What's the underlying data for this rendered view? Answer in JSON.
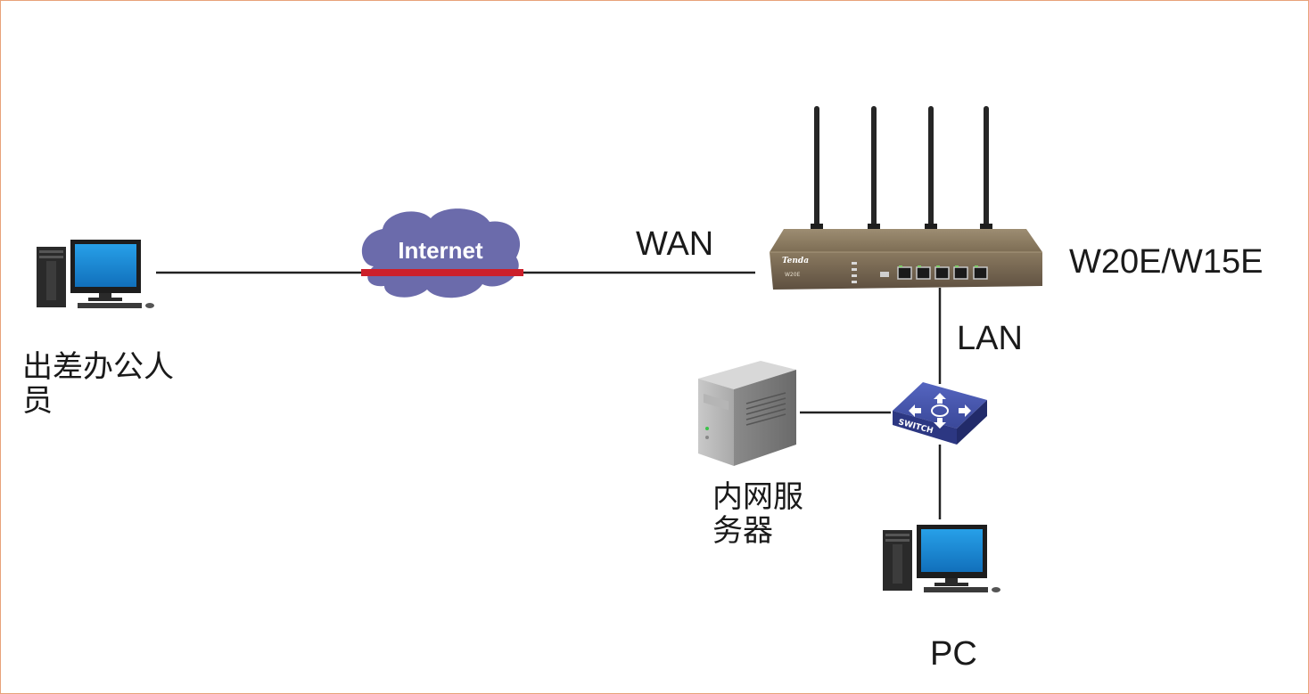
{
  "labels": {
    "remote_worker_line1": "出差办公人",
    "remote_worker_line2": "员",
    "internet": "Internet",
    "wan": "WAN",
    "router_model": "W20E/W15E",
    "lan": "LAN",
    "server_line1": "内网服",
    "server_line2": "务器",
    "pc": "PC",
    "switch": "SWITCH",
    "router_brand": "Tenda",
    "router_model_small": "W20E"
  },
  "colors": {
    "frame_border": "#e8a27a",
    "cloud": "#6a6aaa",
    "cloud_bar": "#cc1f2a",
    "router_body": "#6f5f47",
    "switch_blue": "#3f4fa8",
    "monitor_screen": "#1f8ad4",
    "link_line": "#222222"
  },
  "icons": [
    "desktop-pc-icon",
    "cloud-icon",
    "router-icon",
    "switch-icon",
    "server-tower-icon",
    "desktop-pc-icon"
  ]
}
